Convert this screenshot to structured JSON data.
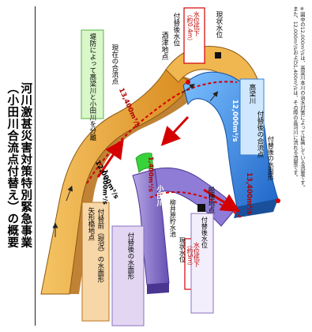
{
  "title": {
    "line1": "河川激甚災害対策特別緊急事業",
    "line2": "（小田川合流点付替え）の概要"
  },
  "notes": {
    "line1": "※図中の12,000m³/sは、高梁川本川の治水対策によって計画している流量です。",
    "line2": "また、12,000m³/sおよび1,400m³/sは、その際の各河川に流れる流量です。"
  },
  "labels": {
    "current_confluence": "現在の合流点",
    "future_confluence": "付替後の合流点",
    "current_water_level": "現状水位",
    "water_drop": "水位低下",
    "water_drop_amount": "（約0.4m）",
    "after_water_level": "付替後水位",
    "water_drop_small": "水位低下",
    "water_drop_small_amount": "（約5m）",
    "current_water_level_2": "現状水位",
    "after_water_level_2": "付替後水位",
    "mouth_point": "酒津地点",
    "funaho_point": "船穂地点",
    "yanai_point": "柳井原貯水池",
    "yagata_point": "矢形橋地点",
    "takahashi_river": "高梁川",
    "odagawa_river": "小田川",
    "separation_levee": "堤防によって高梁川と小田川を分離",
    "before_surface": "付替前（現況）の水面形",
    "after_surface": "付替後の水面形",
    "after_surface_2": "付替後の水面形"
  },
  "flows": {
    "f12000a": "12,000m³/s",
    "f13400": "13,400m³/s",
    "f12000b": "12,000m³/s",
    "f1400a": "1,400m³/s",
    "f1400b": "1,400m³/s",
    "f13400b": "13,400m³/s"
  },
  "colors": {
    "takahashi_river": "#e8a33a",
    "odagawa_river": "#7b65c4",
    "new_channel": "#3f8fe0",
    "current_level_line": "#d40000",
    "levee": "#39c839",
    "annotation_box_purple": "#e2d6f2",
    "annotation_box_blue": "#cfe8ff",
    "annotation_box_green": "#d9f7c8"
  }
}
